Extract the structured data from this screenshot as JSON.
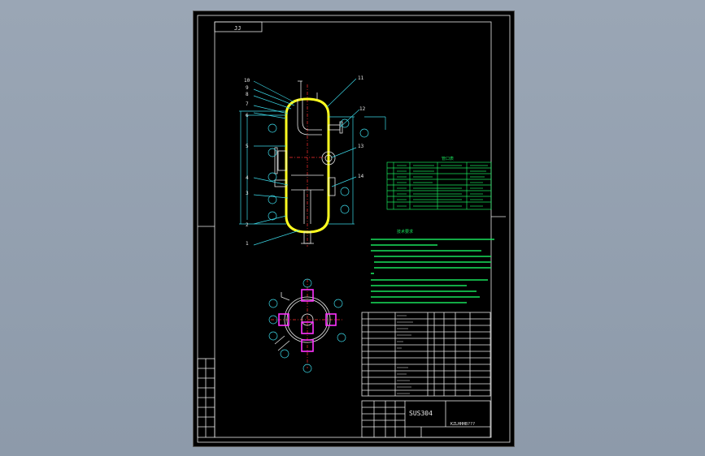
{
  "sheet": {
    "sheet_id": "JJ",
    "material": "SUS304",
    "drawing_code": "KZLHHHB???"
  },
  "balloons": [
    "1",
    "2",
    "3",
    "4",
    "5",
    "6",
    "7",
    "8",
    "9",
    "10",
    "11",
    "12",
    "13",
    "14"
  ],
  "nozzle_table": {
    "title": "管口表"
  },
  "tech_requirements": {
    "title": "技术要求"
  },
  "colors": {
    "background": "#000000",
    "frame": "#e8e8e8",
    "vessel_shell": "#ffff20",
    "leader": "#3bd7e6",
    "text_green": "#19e35c",
    "centerline": "#ff3030",
    "nozzle_plan": "#ff33ff"
  }
}
